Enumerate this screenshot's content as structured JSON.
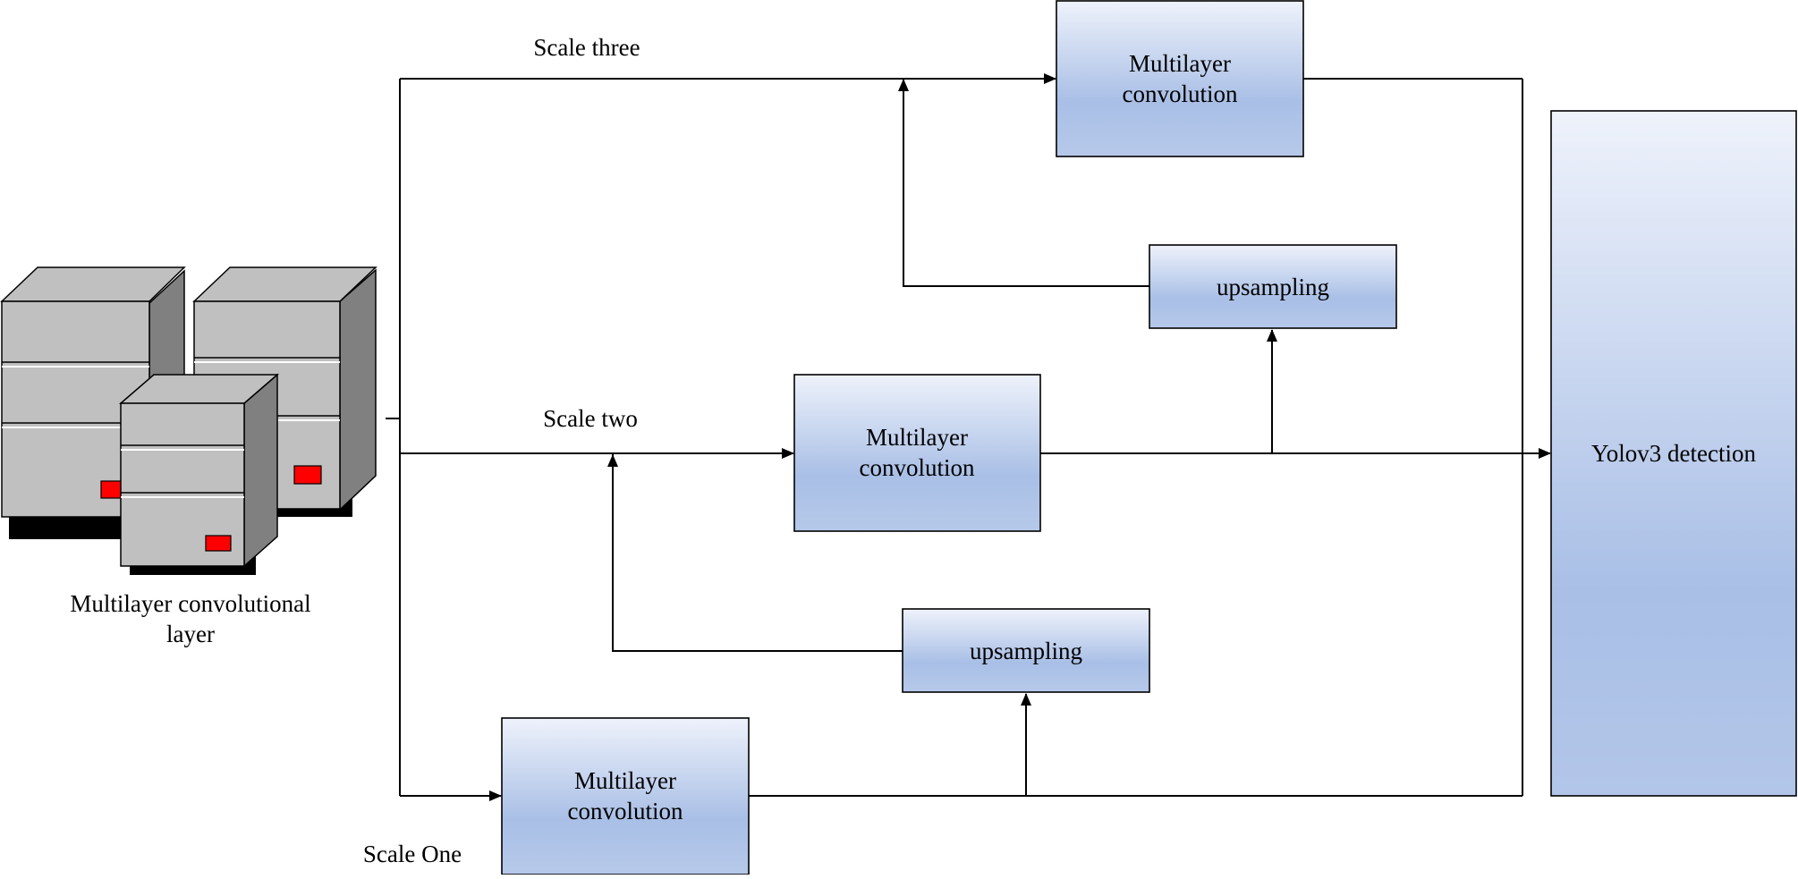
{
  "labels": {
    "scale_three": "Scale three",
    "scale_two": "Scale two",
    "scale_one": "Scale One",
    "server_caption_line1": "Multilayer convolutional",
    "server_caption_line2": "layer"
  },
  "boxes": {
    "conv_top": {
      "line1": "Multilayer",
      "line2": "convolution"
    },
    "conv_mid": {
      "line1": "Multilayer",
      "line2": "convolution"
    },
    "conv_bottom": {
      "line1": "Multilayer",
      "line2": "convolution"
    },
    "upsampling_top": {
      "label": "upsampling"
    },
    "upsampling_bottom": {
      "label": "upsampling"
    },
    "detection": {
      "label": "Yolov3 detection"
    }
  },
  "colors": {
    "box_gradient_top": "#eef2fb",
    "box_gradient_bottom": "#a9bfe6",
    "server_face": "#c0c0c0",
    "server_side": "#808080",
    "server_shadow": "#000000",
    "server_indicator": "#ff0000"
  },
  "icons": {
    "servers": "server-rack-icon"
  }
}
